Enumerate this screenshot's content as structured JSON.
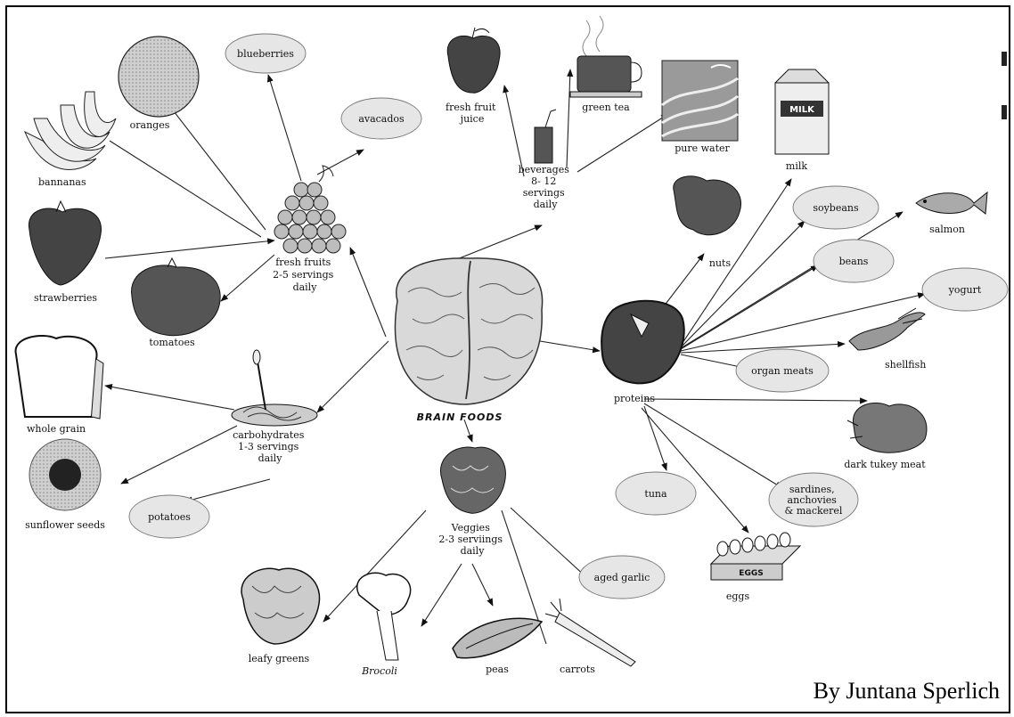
{
  "center": {
    "title": "BRAIN FOODS"
  },
  "groups": {
    "fruits": {
      "label_lines": [
        "fresh fruits",
        "2-5 servings",
        "daily"
      ]
    },
    "beverages": {
      "label_lines": [
        "beverages",
        "8- 12",
        "servings",
        "daily"
      ]
    },
    "proteins": {
      "label_lines": [
        "proteins"
      ]
    },
    "carbs": {
      "label_lines": [
        "carbohydrates",
        "1-3 servings",
        "daily"
      ]
    },
    "veggies": {
      "label_lines": [
        "Veggies",
        "2-3 serviings",
        "daily"
      ]
    }
  },
  "items": {
    "oranges": "oranges",
    "bannanas": "bannanas",
    "strawberries": "strawberries",
    "tomatoes": "tomatoes",
    "blueberries": "blueberries",
    "avacados": "avacados",
    "fresh_fruit_juice_1": "fresh fruit",
    "fresh_fruit_juice_2": "juice",
    "green_tea": "green tea",
    "pure_water": "pure water",
    "milk": "milk",
    "nuts": "nuts",
    "soybeans": "soybeans",
    "salmon": "salmon",
    "beans": "beans",
    "yogurt": "yogurt",
    "shellfish": "shellfish",
    "organ_meats": "organ meats",
    "dark_turkey_meat": "dark tukey meat",
    "sardines_1": "sardines,",
    "sardines_2": "anchovies",
    "sardines_3": "& mackerel",
    "tuna": "tuna",
    "eggs": "eggs",
    "whole_grain": "whole grain",
    "sunflower_seeds": "sunflower seeds",
    "potatoes": "potatoes",
    "leafy_greens": "leafy greens",
    "broccoli": "Brocoli",
    "peas": "peas",
    "carrots": "carrots",
    "aged_garlic": "aged garlic"
  },
  "icon_text": {
    "milk_carton": "MILK",
    "eggs_box": "EGGS"
  },
  "credit": "By Juntana Sperlich"
}
